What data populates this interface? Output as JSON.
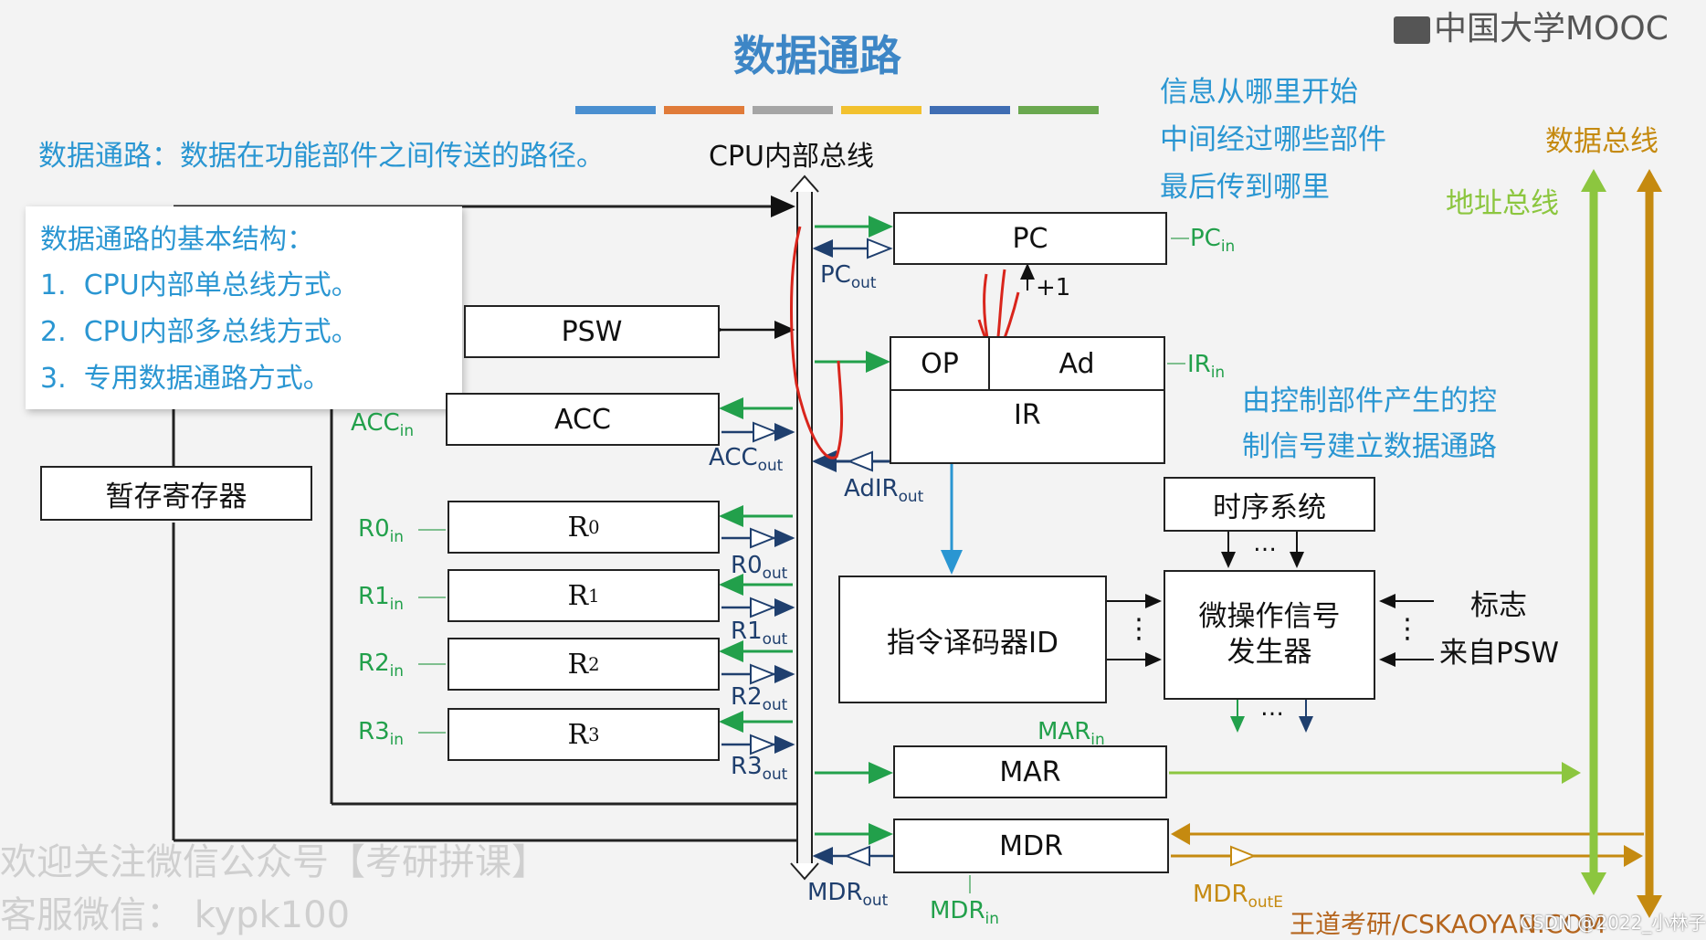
{
  "title": "数据通路",
  "logo": "中国大学MOOC",
  "title_bar_colors": [
    "#4a8fd0",
    "#e07b39",
    "#a5a5a5",
    "#f2c12e",
    "#3f6db3",
    "#6aa84f"
  ],
  "definition": "数据通路：数据在功能部件之间传送的路径。",
  "cpu_bus_label": "CPU内部总线",
  "questions": [
    "信息从哪里开始",
    "中间经过哪些部件",
    "最后传到哪里"
  ],
  "data_bus": "数据总线",
  "address_bus": "地址总线",
  "card": {
    "heading": "数据通路的基本结构：",
    "items": [
      {
        "num": "1.",
        "text": "CPU内部单总线方式。"
      },
      {
        "num": "2.",
        "text": "CPU内部多总线方式。"
      },
      {
        "num": "3.",
        "text": "专用数据通路方式。"
      }
    ]
  },
  "boxes": {
    "pc": "PC",
    "psw": "PSW",
    "acc": "ACC",
    "temp": "暂存寄存器",
    "r0": "R",
    "r0_sub": "0",
    "r1": "R",
    "r1_sub": "1",
    "r2": "R",
    "r2_sub": "2",
    "r3": "R",
    "r3_sub": "3",
    "op": "OP",
    "ad": "Ad",
    "ir": "IR",
    "timing": "时序系统",
    "decoder": "指令译码器ID",
    "micro_line1": "微操作信号",
    "micro_line2": "发生器",
    "mar": "MAR",
    "mdr": "MDR"
  },
  "signals": {
    "pc_in": "PC",
    "pc_in_sub": "in",
    "pc_out": "PC",
    "pc_out_sub": "out",
    "plus1": "+1",
    "ir_in": "IR",
    "ir_in_sub": "in",
    "acc_in": "ACC",
    "acc_in_sub": "in",
    "acc_out": "ACC",
    "acc_out_sub": "out",
    "adir_out": "AdIR",
    "adir_out_sub": "out",
    "r0_in": "R0",
    "r0_in_sub": "in",
    "r0_out": "R0",
    "r0_out_sub": "out",
    "r1_in": "R1",
    "r1_in_sub": "in",
    "r1_out": "R1",
    "r1_out_sub": "out",
    "r2_in": "R2",
    "r2_in_sub": "in",
    "r2_out": "R2",
    "r2_out_sub": "out",
    "r3_in": "R3",
    "r3_in_sub": "in",
    "r3_out": "R3",
    "r3_out_sub": "out",
    "mar_in": "MAR",
    "mar_in_sub": "in",
    "mdr_in": "MDR",
    "mdr_in_sub": "in",
    "mdr_out": "MDR",
    "mdr_out_sub": "out",
    "mdr_oute": "MDR",
    "mdr_oute_sub": "outE"
  },
  "control_note": [
    "由控制部件产生的控",
    "制信号建立数据通路"
  ],
  "flags_line1": "标志",
  "flags_line2": "来自PSW",
  "dots": "…",
  "vdots": "⋮",
  "watermark": [
    "欢迎关注微信公众号【考研拼课】",
    "客服微信：  kypk100"
  ],
  "footer": "王道考研/CSKAOYAN.COM",
  "credit": "CSDN @2022_小林子"
}
